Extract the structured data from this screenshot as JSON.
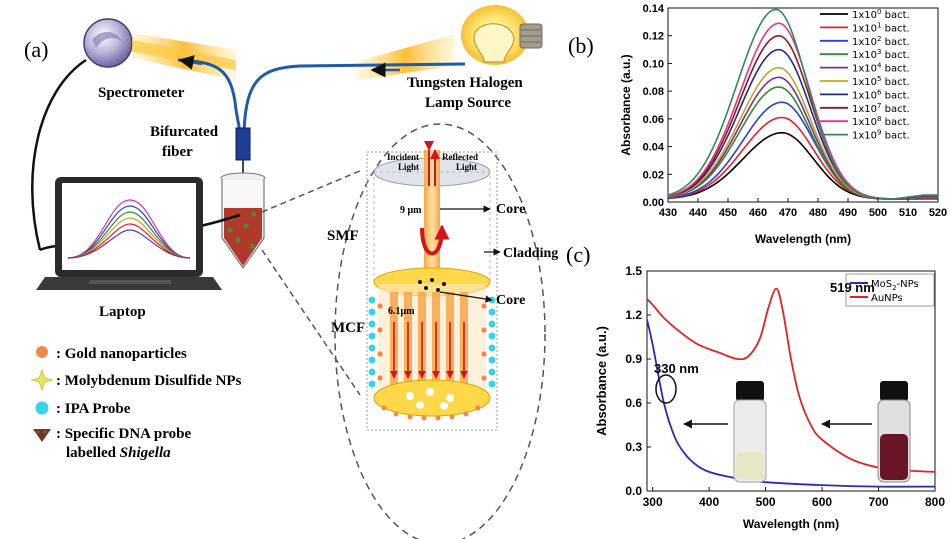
{
  "figure": {
    "panel_a": {
      "label": "(a)",
      "spectrometer": "Spectrometer",
      "lamp_line1": "Tungsten Halogen",
      "lamp_line2": "Lamp Source",
      "fiber_line1": "Bifurcated",
      "fiber_line2": "fiber",
      "laptop": "Laptop",
      "incident_light_1": "Incident",
      "incident_light_2": "Light",
      "reflected_light_1": "Reflected",
      "reflected_light_2": "Light",
      "core_top": "Core",
      "dim_9um": "9 μm",
      "smf": "SMF",
      "cladding": "Cladding",
      "core_bottom": "Core",
      "dim_61um": "6.1μm",
      "mcf": "MCF",
      "legend": [
        {
          "text": ": Gold nanoparticles",
          "color": "#f08a4b"
        },
        {
          "text": ": Molybdenum Disulfide NPs",
          "color": "#e9e35a"
        },
        {
          "text": ": IPA Probe",
          "color": "#37d3e6"
        },
        {
          "text": ": Specific DNA probe",
          "color": "#7a3326"
        }
      ],
      "legend_line5_prefix": "labelled ",
      "legend_line5_italic": "Shigella"
    }
  },
  "chart_data": [
    {
      "panel": "(b)",
      "type": "line",
      "xlabel": "Wavelength (nm)",
      "ylabel": "Absorbance (a.u.)",
      "xlim": [
        430,
        520
      ],
      "ylim": [
        0.0,
        0.14
      ],
      "xticks": [
        "430",
        "440",
        "450",
        "460",
        "470",
        "480",
        "490",
        "500",
        "510",
        "520"
      ],
      "yticks": [
        "0.00",
        "0.02",
        "0.04",
        "0.06",
        "0.08",
        "0.10",
        "0.12",
        "0.14"
      ],
      "legend_position": "top-right",
      "series": [
        {
          "name": "1x10^0 bact.",
          "base": "1x10",
          "exp": "0",
          "tail": " bact.",
          "color": "#000000",
          "peak_x": 468,
          "peak_y": 0.05
        },
        {
          "name": "1x10^1 bact.",
          "base": "1x10",
          "exp": "1",
          "tail": " bact.",
          "color": "#e8202a",
          "peak_x": 468,
          "peak_y": 0.061
        },
        {
          "name": "1x10^2 bact.",
          "base": "1x10",
          "exp": "2",
          "tail": " bact.",
          "color": "#2a3fd6",
          "peak_x": 468,
          "peak_y": 0.072
        },
        {
          "name": "1x10^3 bact.",
          "base": "1x10",
          "exp": "3",
          "tail": " bact.",
          "color": "#2e8b2e",
          "peak_x": 467,
          "peak_y": 0.083
        },
        {
          "name": "1x10^4 bact.",
          "base": "1x10",
          "exp": "4",
          "tail": " bact.",
          "color": "#7b2f8e",
          "peak_x": 467,
          "peak_y": 0.09
        },
        {
          "name": "1x10^5 bact.",
          "base": "1x10",
          "exp": "5",
          "tail": " bact.",
          "color": "#c9a227",
          "peak_x": 467,
          "peak_y": 0.097
        },
        {
          "name": "1x10^6 bact.",
          "base": "1x10",
          "exp": "6",
          "tail": " bact.",
          "color": "#1d2a8a",
          "peak_x": 467,
          "peak_y": 0.11
        },
        {
          "name": "1x10^7 bact.",
          "base": "1x10",
          "exp": "7",
          "tail": " bact.",
          "color": "#8b1a1a",
          "peak_x": 467,
          "peak_y": 0.12
        },
        {
          "name": "1x10^8 bact.",
          "base": "1x10",
          "exp": "8",
          "tail": " bact.",
          "color": "#e8338a",
          "peak_x": 467,
          "peak_y": 0.129
        },
        {
          "name": "1x10^9 bact.",
          "base": "1x10",
          "exp": "9",
          "tail": " bact.",
          "color": "#2e8b57",
          "peak_x": 466,
          "peak_y": 0.139
        }
      ]
    },
    {
      "panel": "(c)",
      "type": "line",
      "xlabel": "Wavelength (nm)",
      "ylabel": "Absorbance (a.u.)",
      "xlim": [
        290,
        800
      ],
      "ylim": [
        0.0,
        1.5
      ],
      "xticks": [
        "300",
        "400",
        "500",
        "600",
        "700",
        "800"
      ],
      "yticks": [
        "0.0",
        "0.3",
        "0.6",
        "0.9",
        "1.2",
        "1.5"
      ],
      "legend_position": "top-right",
      "annotations": [
        "519 nm",
        "330 nm"
      ],
      "series": [
        {
          "name": "MoS2-NPs",
          "base": "MoS",
          "sub": "2",
          "tail": "-NPs",
          "color": "#2a2ab8",
          "x": [
            290,
            300,
            320,
            340,
            360,
            380,
            400,
            430,
            460,
            500,
            600,
            700,
            800
          ],
          "y": [
            1.17,
            1.0,
            0.6,
            0.36,
            0.24,
            0.17,
            0.13,
            0.1,
            0.08,
            0.06,
            0.04,
            0.03,
            0.03
          ]
        },
        {
          "name": "AuNPs",
          "color": "#e32222",
          "x": [
            290,
            300,
            320,
            350,
            380,
            420,
            450,
            470,
            490,
            505,
            519,
            530,
            545,
            560,
            580,
            600,
            650,
            700,
            750,
            800
          ],
          "y": [
            1.31,
            1.27,
            1.18,
            1.08,
            1.0,
            0.94,
            0.9,
            0.92,
            1.04,
            1.25,
            1.38,
            1.24,
            0.9,
            0.64,
            0.45,
            0.35,
            0.22,
            0.16,
            0.14,
            0.13
          ]
        }
      ]
    }
  ]
}
